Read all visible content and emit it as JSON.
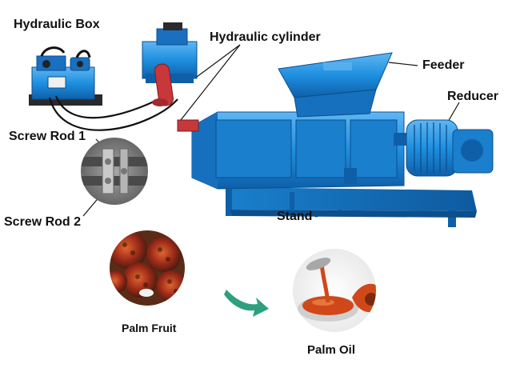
{
  "labels": {
    "hydraulic_box": "Hydraulic Box",
    "hydraulic_cylinder": "Hydraulic cylinder",
    "feeder": "Feeder",
    "reducer": "Reducer",
    "screw_rod_1": "Screw Rod 1",
    "screw_rod_2": "Screw Rod 2",
    "stand": "Stand",
    "palm_fruit": "Palm Fruit",
    "palm_oil": "Palm Oil"
  },
  "colors": {
    "machine_blue": "#1e8fe0",
    "machine_blue_dark": "#0f5fa8",
    "machine_blue_light": "#5fb6f2",
    "cylinder_red": "#c8373a",
    "arrow_green": "#2e9f7f",
    "fruit_red": "#b83a22",
    "oil_orange": "#d0481a"
  },
  "icons": [
    "hydraulic-box-image",
    "hydraulic-cylinder-image",
    "press-machine-image",
    "screw-rod-closeup-image",
    "palm-fruit-image",
    "palm-oil-image",
    "flow-arrow-icon"
  ]
}
